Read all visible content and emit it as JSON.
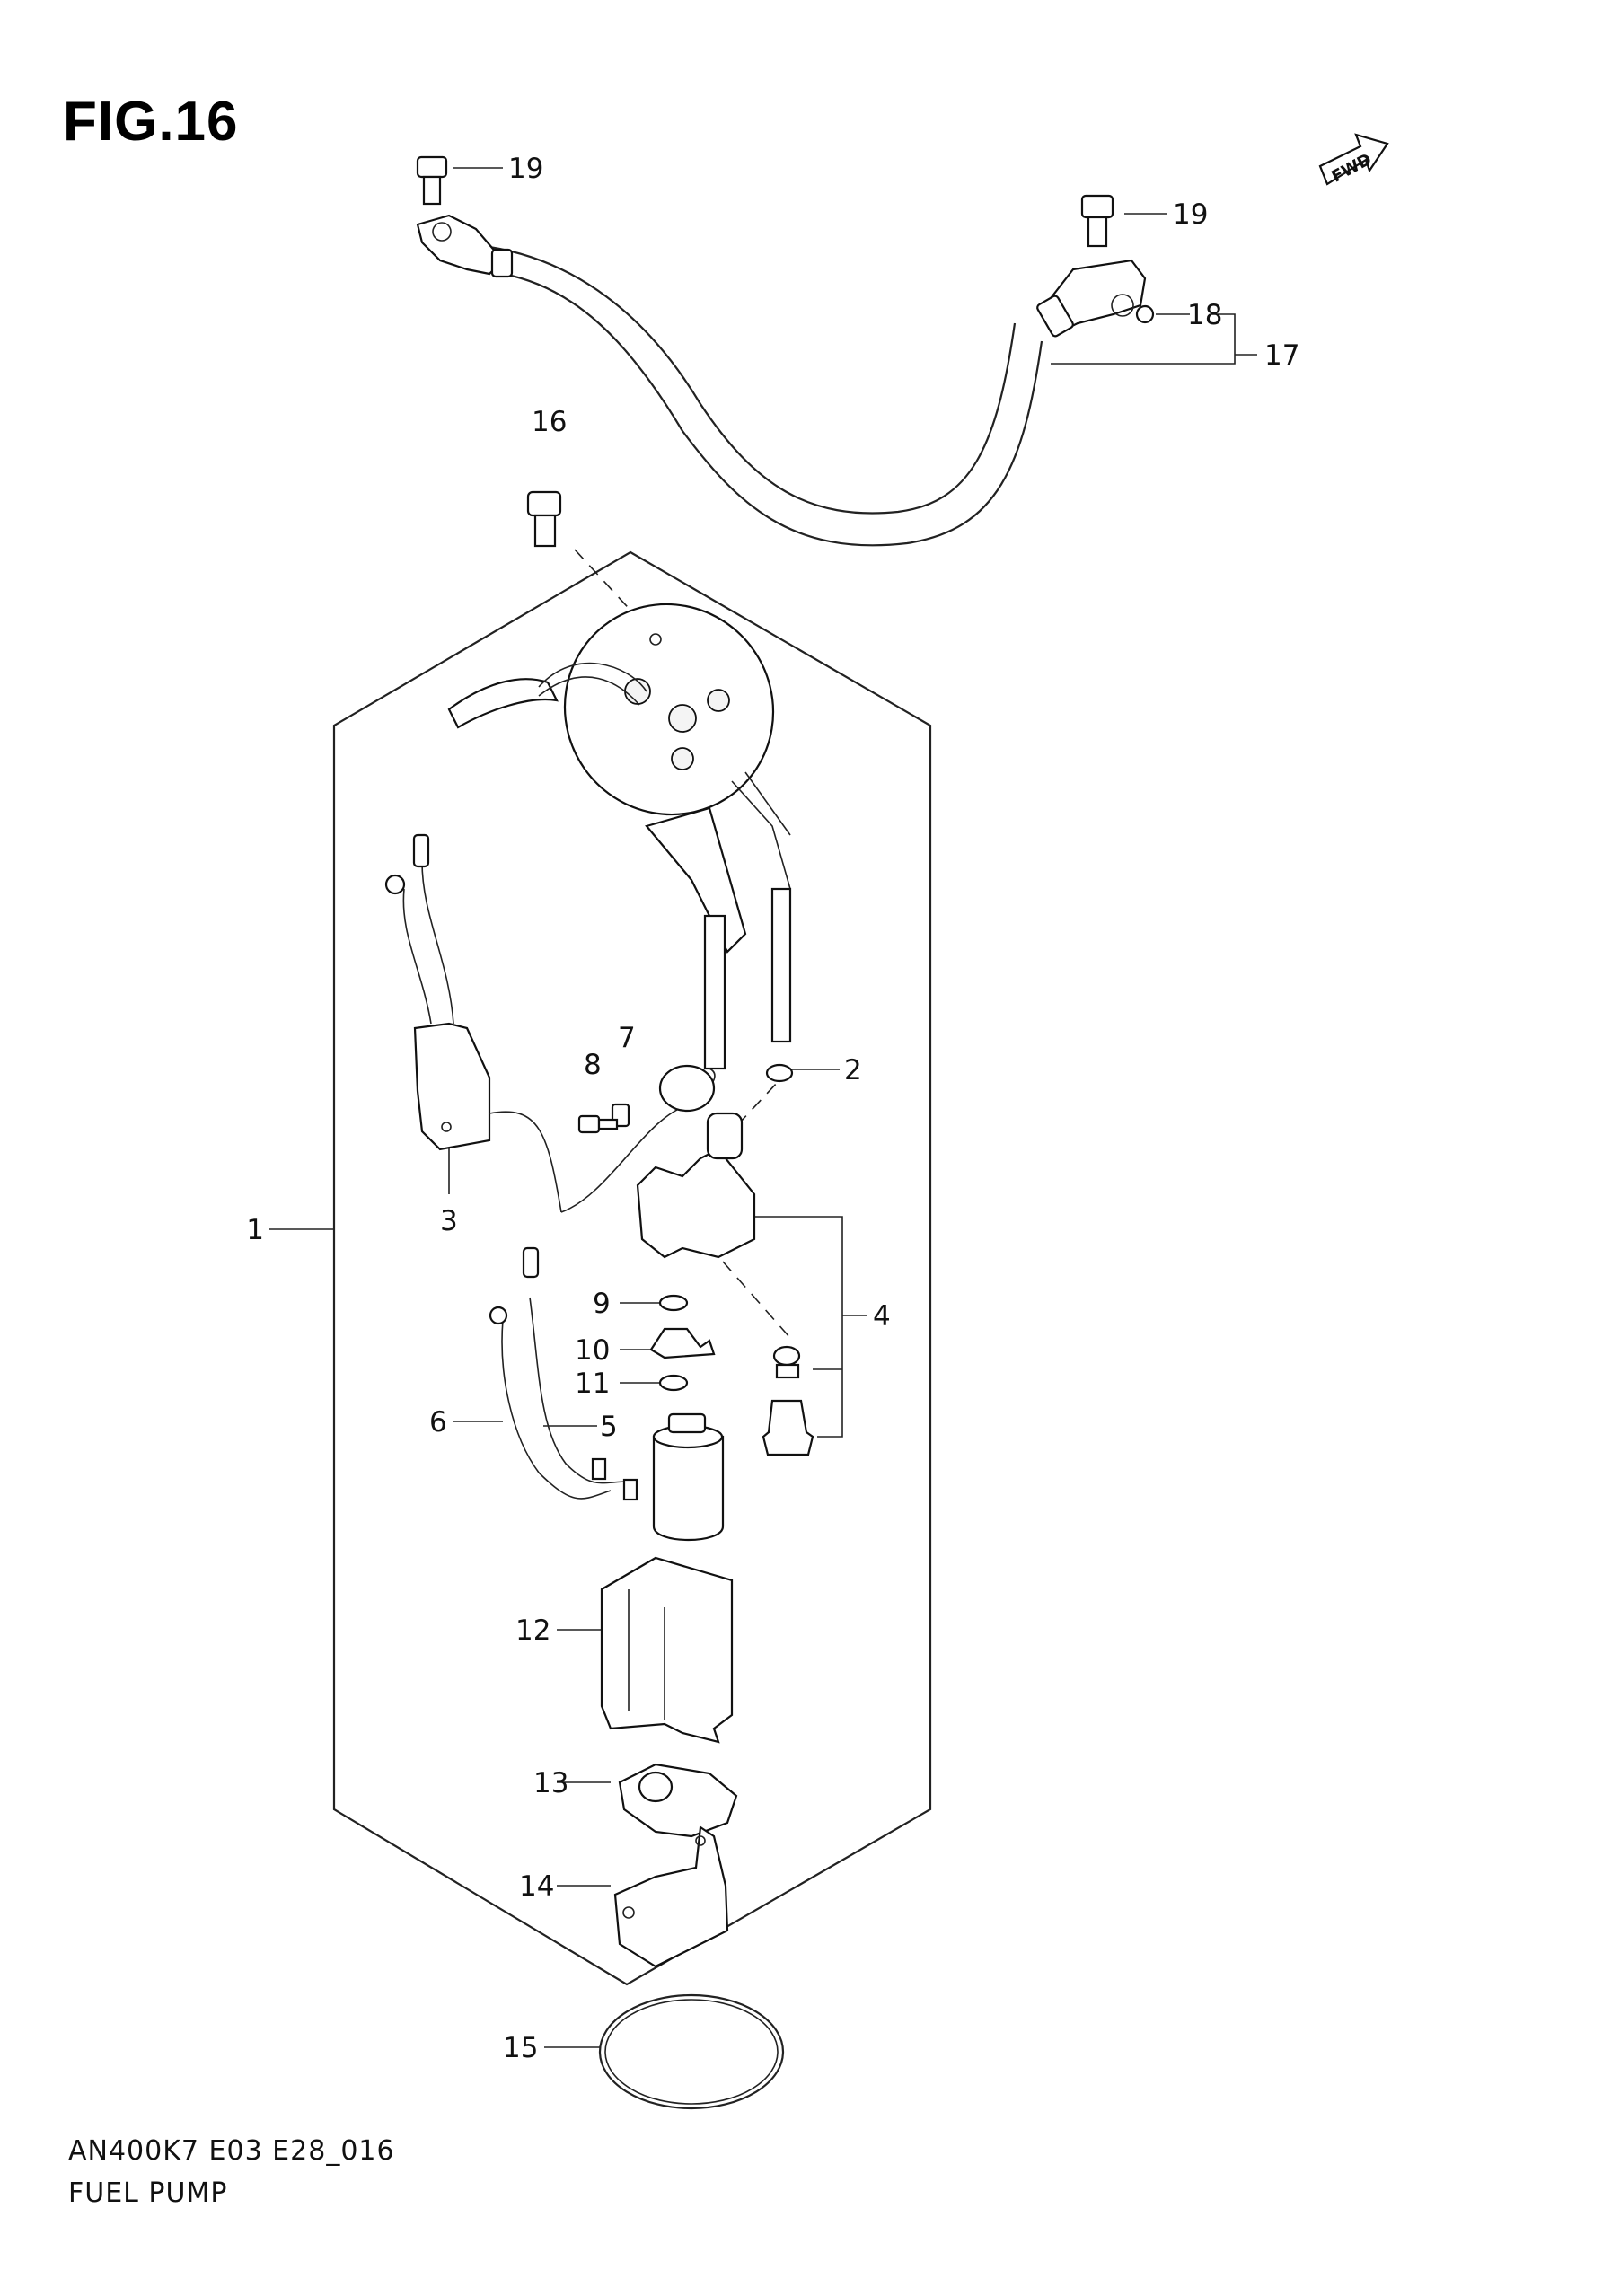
{
  "figure": {
    "title": "FIG.16",
    "fwd_badge": "FWD"
  },
  "footer": {
    "model_code": "AN400K7 E03 E28_016",
    "section_name": "FUEL PUMP"
  },
  "callouts": {
    "c1": "1",
    "c2": "2",
    "c3": "3",
    "c4": "4",
    "c5": "5",
    "c6": "6",
    "c7": "7",
    "c8": "8",
    "c9": "9",
    "c10": "10",
    "c11": "11",
    "c12": "12",
    "c13": "13",
    "c14": "14",
    "c15": "15",
    "c16": "16",
    "c17": "17",
    "c18": "18",
    "c19a": "19",
    "c19b": "19"
  }
}
